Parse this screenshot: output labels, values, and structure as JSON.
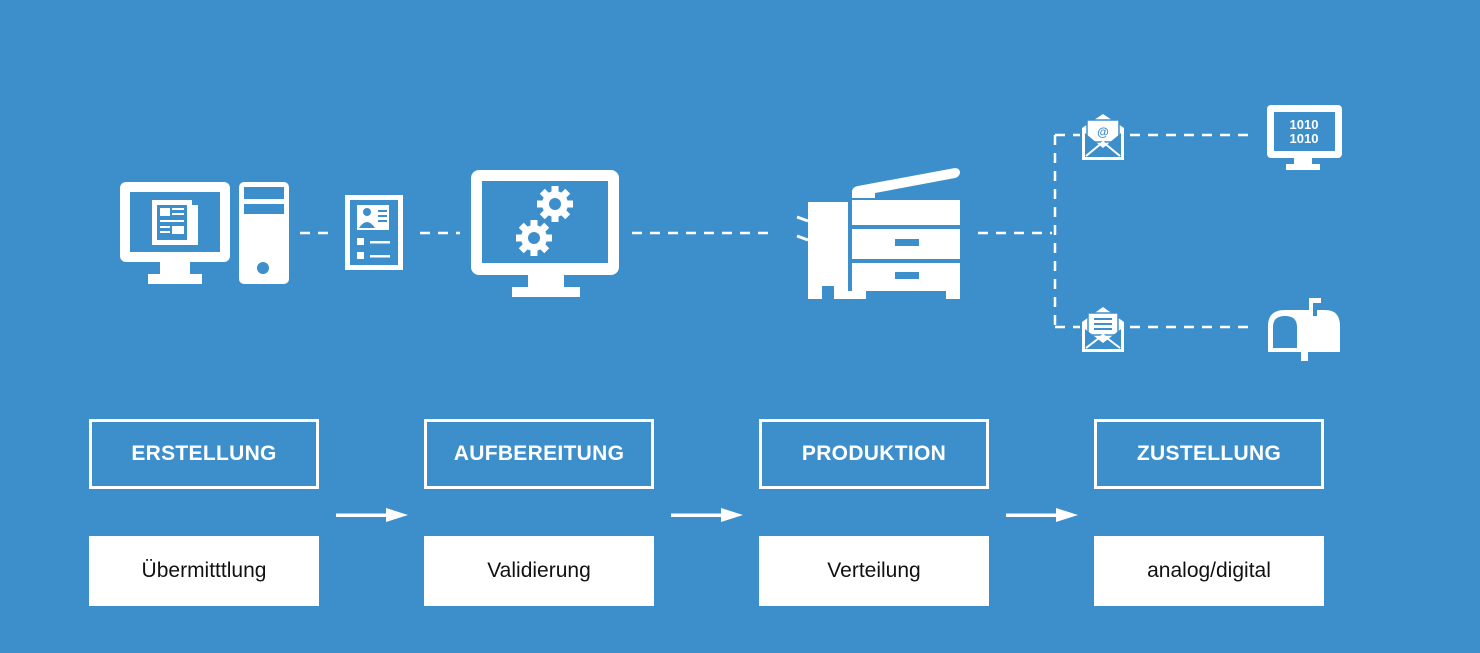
{
  "colors": {
    "background": "#3d8fcc",
    "foreground": "#ffffff",
    "text_dark": "#111111"
  },
  "icons": {
    "creation": [
      "monitor-newspaper-icon",
      "pc-tower-icon",
      "document-id-icon"
    ],
    "processing": [
      "monitor-gears-icon"
    ],
    "production": [
      "printer-copier-icon"
    ],
    "delivery": [
      "email-envelope-icon",
      "letter-envelope-icon",
      "monitor-binary-icon",
      "mailbox-icon"
    ]
  },
  "binary_text": [
    "1010",
    "1010"
  ],
  "email_symbol": "@",
  "stages": [
    {
      "title": "ERSTELLUNG",
      "subtitle": "Übermitttlung"
    },
    {
      "title": "AUFBEREITUNG",
      "subtitle": "Validierung"
    },
    {
      "title": "PRODUKTION",
      "subtitle": "Verteilung"
    },
    {
      "title": "ZUSTELLUNG",
      "subtitle": "analog/digital"
    }
  ]
}
